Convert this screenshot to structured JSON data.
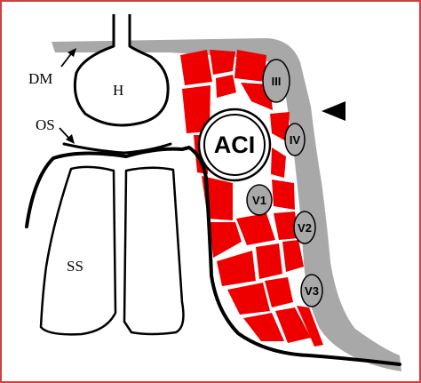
{
  "labels": {
    "dm": "DM",
    "h": "H",
    "os": "OS",
    "ss": "SS",
    "aci": "ACI",
    "iii": "III",
    "iv": "IV",
    "v1": "V1",
    "v2": "V2",
    "v3": "V3"
  },
  "colors": {
    "frame": "#d04040",
    "sinus_red": "#ee0000",
    "dura_gray": "#a8a8a8",
    "nerve_gray": "#a9a9a9",
    "outline": "#000000"
  }
}
